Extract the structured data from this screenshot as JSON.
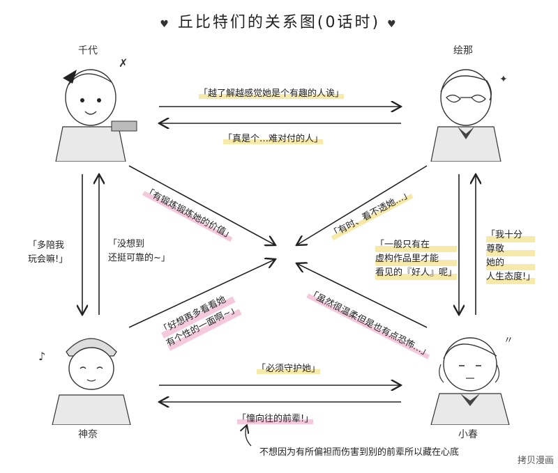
{
  "title": "丘比特们的关系图(0话时)",
  "characters": {
    "chiyo": "千代",
    "ena": "绘那",
    "kanna": "神奈",
    "koharu": "小春"
  },
  "quotes": {
    "chiyo_to_ena": "「越了解越感觉她是个有趣的人诶」",
    "ena_to_chiyo": "「真是个…难对付的人」",
    "chiyo_to_koharu": "「有锻炼锻炼她的价值」",
    "ena_to_kanna": "「有时、看不透她…」",
    "kanna_to_chiyo": [
      "「多陪我",
      "玩会嘛!」"
    ],
    "chiyo_to_kanna": [
      "「没想到",
      "还挺可靠的~」"
    ],
    "ena_to_koharu": [
      "「一般只有在",
      "虚构作品里才能",
      "看见的『好人』呢」"
    ],
    "koharu_to_ena": [
      "「我十分",
      "尊敬",
      "她的",
      "人生态度!」"
    ],
    "koharu_to_chiyo": "「虽然很温柔但是也有点恐怖…」",
    "kanna_to_ena": [
      "「好想再多看看她",
      "有个性的一面啊~」"
    ],
    "kanna_to_koharu": "「必须守护她」",
    "koharu_to_kanna": "「憧向往的前辈!」"
  },
  "note": "不想因为有所偏袒而伤害到别的前辈所以藏在心底",
  "watermark": "拷贝漫画",
  "colors": {
    "pink_highlight": "#f5c9dc",
    "yellow_highlight": "#f6e9a9",
    "line": "#222222"
  }
}
